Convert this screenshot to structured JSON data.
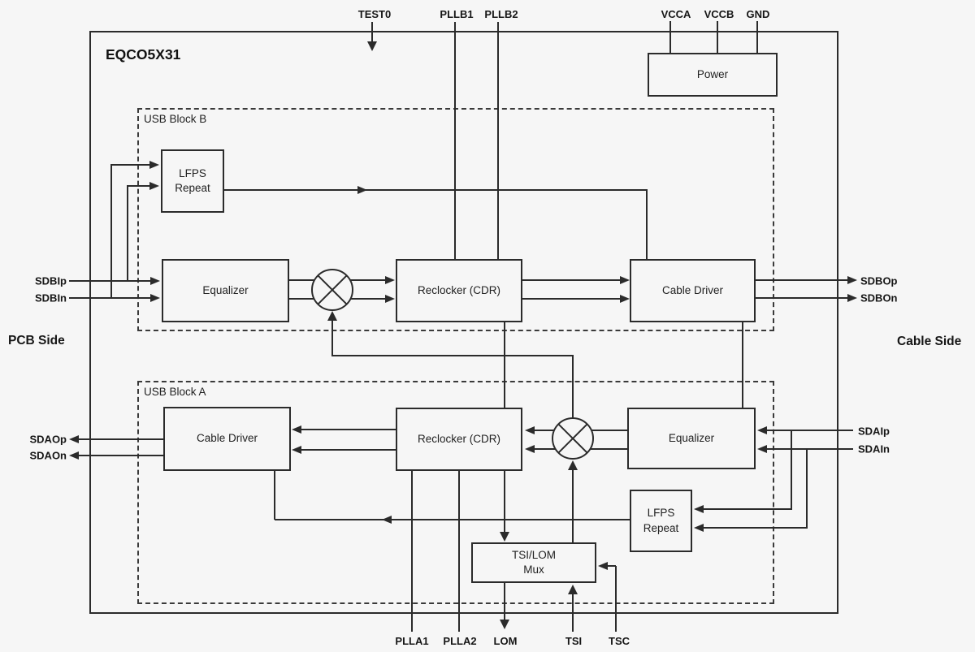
{
  "chip": {
    "title": "EQCO5X31"
  },
  "sides": {
    "left": "PCB Side",
    "right": "Cable Side"
  },
  "pins": {
    "test0": "TEST0",
    "pllb1": "PLLB1",
    "pllb2": "PLLB2",
    "vcca": "VCCA",
    "vccb": "VCCB",
    "gnd": "GND",
    "sdbip": "SDBIp",
    "sdbin": "SDBIn",
    "sdaop": "SDAOp",
    "sdaon": "SDAOn",
    "sdbop": "SDBOp",
    "sdbon": "SDBOn",
    "sdaip": "SDAIp",
    "sdain": "SDAIn",
    "plla1": "PLLA1",
    "plla2": "PLLA2",
    "lom": "LOM",
    "tsi": "TSI",
    "tsc": "TSC"
  },
  "blocks": {
    "power": "Power",
    "usb_block_b": "USB Block B",
    "usb_block_a": "USB Block A",
    "lfps_repeat_b": "LFPS\nRepeat",
    "equalizer_b": "Equalizer",
    "reclocker_b": "Reclocker (CDR)",
    "cable_driver_b": "Cable Driver",
    "cable_driver_a": "Cable Driver",
    "reclocker_a": "Reclocker (CDR)",
    "equalizer_a": "Equalizer",
    "lfps_repeat_a": "LFPS\nRepeat",
    "tsi_lom_mux": "TSI/LOM\nMux"
  },
  "colors": {
    "line": "#2b2b2b",
    "background": "#f6f6f6"
  }
}
